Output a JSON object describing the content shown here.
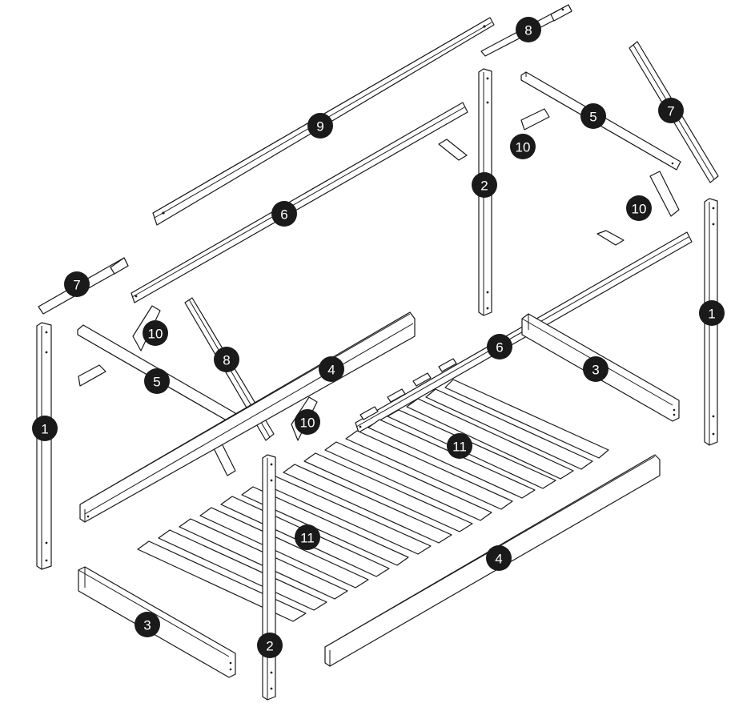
{
  "diagram": {
    "type": "exploded-assembly",
    "colors": {
      "line": "#1a1a1a",
      "fill": "#ffffff",
      "callout": "#1a1a1a",
      "callout_text": "#ffffff"
    },
    "callouts": [
      {
        "id": "c9",
        "label": "9"
      },
      {
        "id": "c8a",
        "label": "8"
      },
      {
        "id": "c6a",
        "label": "6"
      },
      {
        "id": "c2a",
        "label": "2"
      },
      {
        "id": "c5a",
        "label": "5"
      },
      {
        "id": "c10a",
        "label": "10"
      },
      {
        "id": "c7a",
        "label": "7"
      },
      {
        "id": "c10b",
        "label": "10"
      },
      {
        "id": "c7b",
        "label": "7"
      },
      {
        "id": "c10c",
        "label": "10"
      },
      {
        "id": "c5b",
        "label": "5"
      },
      {
        "id": "c8b",
        "label": "8"
      },
      {
        "id": "c4a",
        "label": "4"
      },
      {
        "id": "c1a",
        "label": "1"
      },
      {
        "id": "c10d",
        "label": "10"
      },
      {
        "id": "c6b",
        "label": "6"
      },
      {
        "id": "c3a",
        "label": "3"
      },
      {
        "id": "c1b",
        "label": "1"
      },
      {
        "id": "c11a",
        "label": "11"
      },
      {
        "id": "c11b",
        "label": "11"
      },
      {
        "id": "c4b",
        "label": "4"
      },
      {
        "id": "c3b",
        "label": "3"
      },
      {
        "id": "c2b",
        "label": "2"
      }
    ]
  }
}
